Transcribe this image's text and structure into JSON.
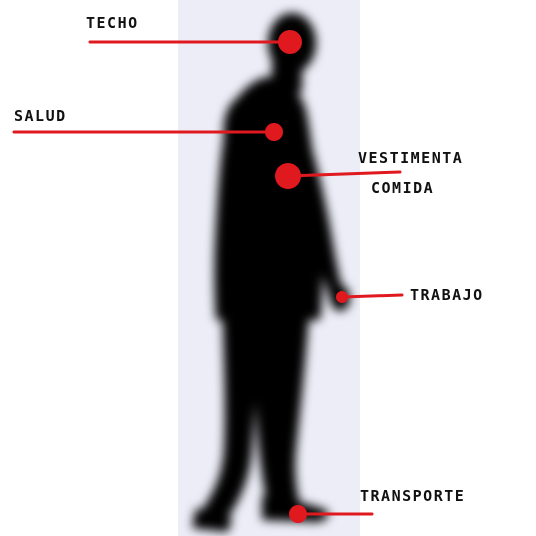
{
  "colors": {
    "background": "#ffffff",
    "backdrop": "#ecedf7",
    "silhouette": "#000000",
    "marker": "#e0191f",
    "text": "#111111"
  },
  "labels": {
    "techo": "TECHO",
    "salud": "SALUD",
    "vestimenta": "VESTIMENTA",
    "comida": "COMIDA",
    "trabajo": "TRABAJO",
    "transporte": "TRANSPORTE"
  }
}
